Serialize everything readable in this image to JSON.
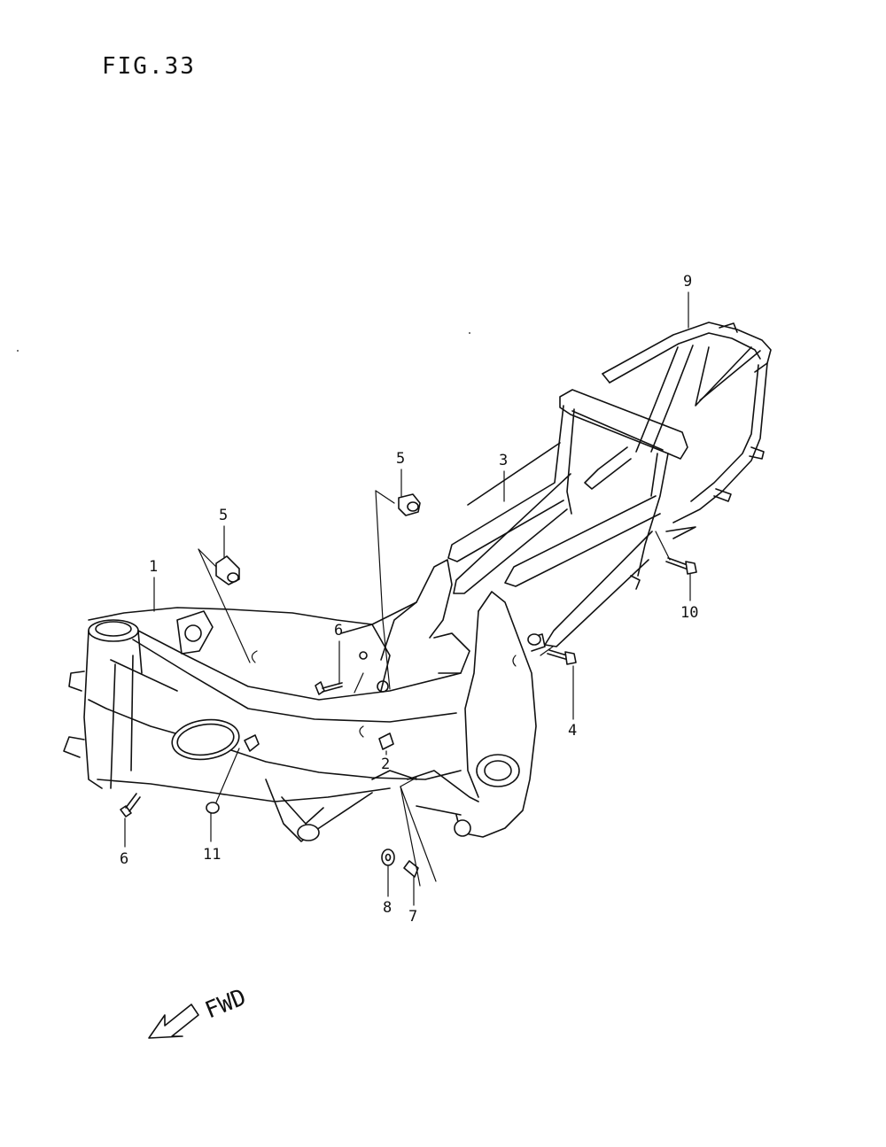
{
  "figure": {
    "title": "FIG.33"
  },
  "direction": {
    "label": "FWD"
  },
  "callouts": {
    "c1": "1",
    "c2": "2",
    "c3": "3",
    "c4": "4",
    "c5a": "5",
    "c5b": "5",
    "c6a": "6",
    "c6b": "6",
    "c7": "7",
    "c8": "8",
    "c9": "9",
    "c10": "10",
    "c11": "11"
  },
  "colors": {
    "ink": "#111111",
    "paper": "#ffffff"
  }
}
